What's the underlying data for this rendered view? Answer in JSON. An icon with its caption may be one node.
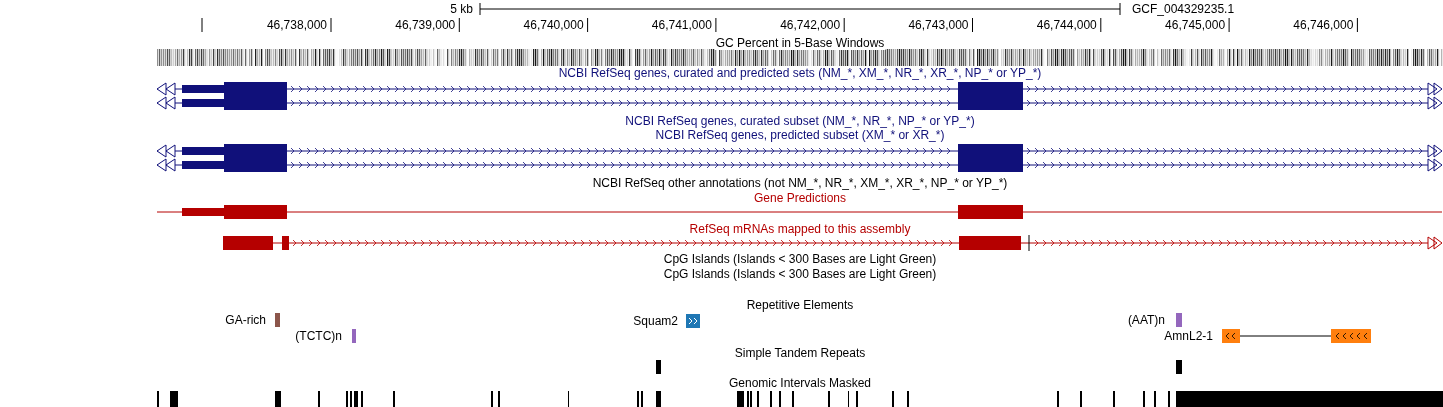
{
  "diagram": {
    "labels": [
      "5 kb",
      "GCF_004329235.1",
      "46,738,000",
      "46,739,000",
      "46,740,000",
      "46,741,000",
      "46,742,000",
      "46,743,000",
      "46,744,000",
      "46,745,000",
      "46,746,000",
      "GC Percent in 5-Base Windows",
      "NCBI RefSeq genes, curated and predicted sets (NM_*, XM_*, NR_*, XR_*, NP_* or YP_*)",
      "NCBI RefSeq genes, curated subset (NM_*, NR_*, NP_* or YP_*)",
      "NCBI RefSeq genes, predicted subset (XM_* or XR_*)",
      "NCBI RefSeq other annotations (not NM_*, NR_*, XM_*, XR_*, NP_* or YP_*)",
      "Gene Predictions",
      "RefSeq mRNAs mapped to this assembly",
      "CpG Islands (Islands < 300 Bases are Light Green)",
      "CpG Islands (Islands < 300 Bases are Light Green)",
      "Repetitive Elements",
      "GA-rich",
      "Squam2",
      "(AAT)n",
      "(TCTC)n",
      "AmnL2-1",
      "Simple Tandem Repeats",
      "Genomic Intervals Masked"
    ]
  }
}
